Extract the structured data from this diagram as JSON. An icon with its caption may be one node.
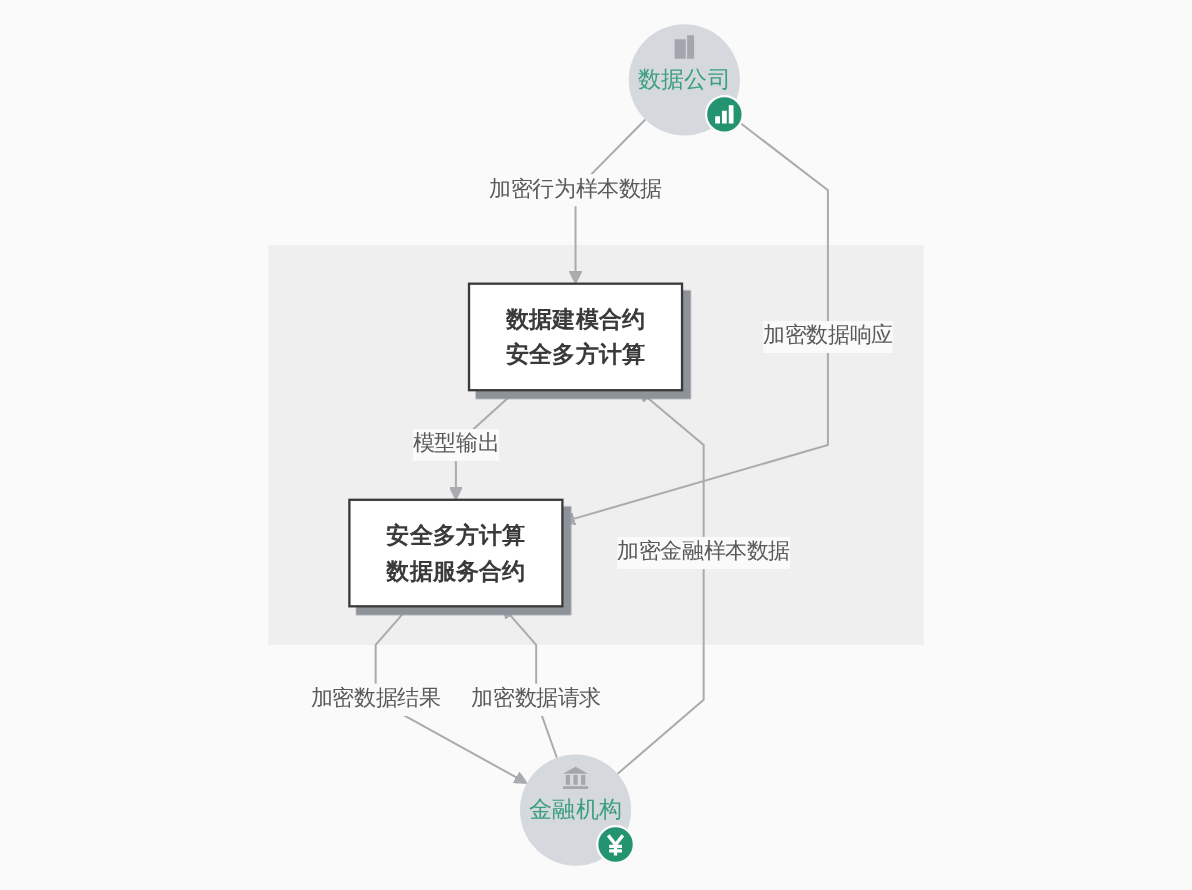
{
  "diagram": {
    "nodes": [
      {
        "text": [],
        "shape": "box"
      },
      {
        "text": [
          "数据建模合约",
          "安全多方计算"
        ],
        "in": 0
      },
      {
        "text": [
          "安全多方计算",
          "数据服务合约"
        ],
        "in": 0
      },
      {
        "text": [
          "金融机构"
        ]
      },
      {
        "text": [
          "数据公司"
        ]
      }
    ],
    "edges": [
      {
        "from": 3,
        "to": 1,
        "arrow": "to",
        "label": "加密金融样本数据"
      },
      {
        "from": 4,
        "to": 1,
        "arrow": "to",
        "label": "加密行为样本数据"
      },
      {
        "from": 1,
        "to": 2,
        "arrow": "to",
        "label": "模型输出"
      },
      {
        "from": 3,
        "to": 2,
        "arrow": "to",
        "label": "加密数据请求"
      },
      {
        "from": 4,
        "to": 2,
        "arrow": "to",
        "label": "加密数据响应"
      },
      {
        "from": 2,
        "to": 3,
        "arrow": "to",
        "label": "加密数据结果"
      }
    ]
  }
}
